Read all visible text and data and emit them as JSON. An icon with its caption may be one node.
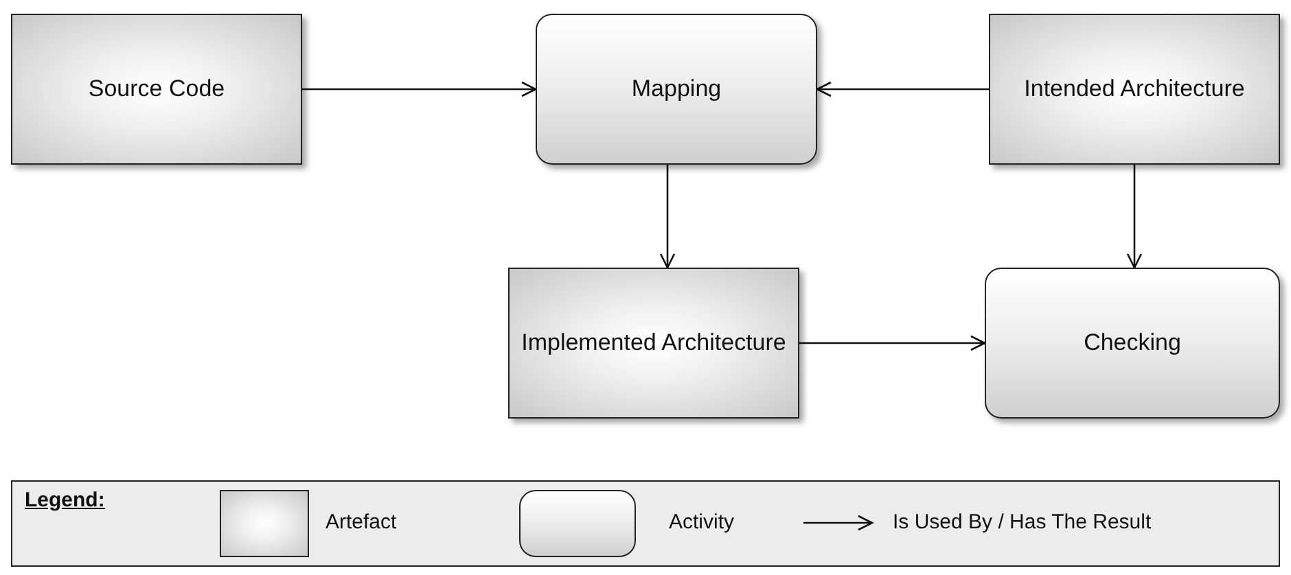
{
  "diagram": {
    "nodes": [
      {
        "text": [
          "Source Code"
        ]
      },
      {
        "text": [
          "Mapping"
        ]
      },
      {
        "text": [
          "Intended Architecture"
        ]
      },
      {
        "text": [
          "Implemented Architecture"
        ]
      },
      {
        "text": [
          "Checking"
        ]
      }
    ],
    "edges": [
      {
        "from": 0,
        "to": 1,
        "arrow": "to"
      },
      {
        "from": 2,
        "to": 1,
        "arrow": "to"
      },
      {
        "from": 1,
        "to": 3,
        "arrow": "to"
      },
      {
        "from": 2,
        "to": 4,
        "arrow": "to"
      },
      {
        "from": 3,
        "to": 4,
        "arrow": "to"
      }
    ],
    "labels": [
      "Legend:"
    ],
    "legend": [
      {
        "text": "Artefact"
      },
      {
        "text": "Activity"
      },
      {
        "text": "Is Used By / Has The Result"
      }
    ]
  }
}
